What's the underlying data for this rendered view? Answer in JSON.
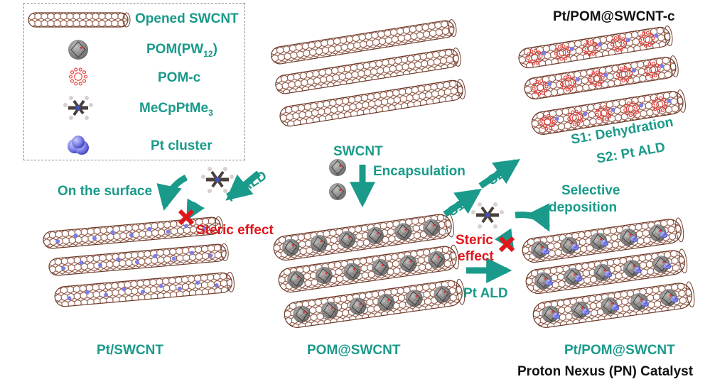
{
  "colors": {
    "teal": "#1a9a8a",
    "red": "#e0161c",
    "tube": "#8a4e3a",
    "pt": "#7b7fe6",
    "pom": "#6e6e6e",
    "oxygen": "#e53935"
  },
  "legend": {
    "items": [
      {
        "label": "Opened SWCNT",
        "icon": "nanotube-icon"
      },
      {
        "label": "POM(PW",
        "sub": "12",
        "tail": ")",
        "icon": "pom-icon"
      },
      {
        "label": "POM-c",
        "icon": "pom-c-icon"
      },
      {
        "label": "MeCpPtMe",
        "sub": "3",
        "icon": "precursor-icon"
      },
      {
        "label": "Pt cluster",
        "icon": "pt-cluster-icon"
      }
    ]
  },
  "left": {
    "surface": "On the surface",
    "ptald": "Pt ALD",
    "steric": "Steric effect",
    "caption": "Pt/SWCNT"
  },
  "middle": {
    "title": "SWCNT",
    "encap": "Encapsulation",
    "caption": "POM@SWCNT"
  },
  "right": {
    "top_title": "Pt/POM@SWCNT-c",
    "s1": "S1",
    "s2": "S2",
    "s1_desc": "S1: Dehydration",
    "s2_desc": "S2: Pt ALD",
    "selective": "Selective",
    "deposition": "deposition",
    "steric1": "Steric",
    "steric2": "effect",
    "ptald": "Pt ALD",
    "caption": "Pt/POM@SWCNT",
    "subcaption": "Proton Nexus (PN) Catalyst"
  }
}
